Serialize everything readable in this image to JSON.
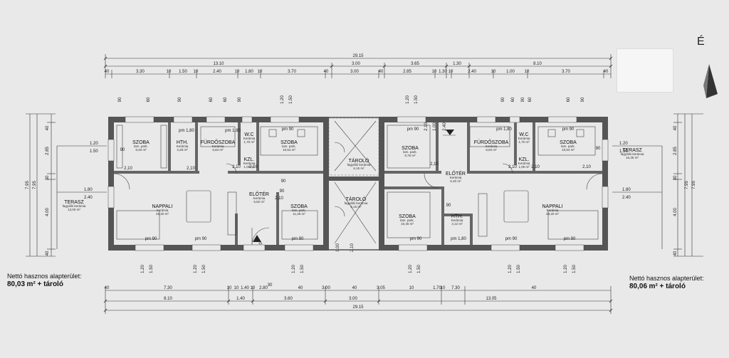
{
  "north": {
    "label": "É"
  },
  "notes": {
    "left": {
      "line1": "Nettó hasznos alapterület:",
      "area": "80,03",
      "unit": "m² + tároló"
    },
    "right": {
      "line1": "Nettó hasznos alapterület:",
      "area": "80,06",
      "unit": "m² + tároló"
    }
  },
  "dims": {
    "total_top": "29.15",
    "total_bottom": "29.15",
    "top_l1": "13.10",
    "top_mid_a": "3.00",
    "top_mid_b": "3.65",
    "top_mid_c": "1.30",
    "top_r1": "8.10",
    "top_row2": [
      "40",
      "3.30",
      "10",
      "1.50",
      "10",
      "2.40",
      "10",
      "1.80",
      "10",
      "3.70",
      "40",
      "3.00",
      "40",
      "2.85",
      "10",
      "1.30",
      "10",
      "2.40",
      "10",
      "1.00",
      "10",
      "3.70",
      "40"
    ],
    "bot_row1": [
      "40",
      "7.30",
      "10",
      "10",
      "1.40",
      "10",
      "2.80",
      "40",
      "3.00",
      "40",
      "3.05",
      "10",
      "1.70",
      "10",
      "7.30",
      "40"
    ],
    "bot_row2": [
      "8.10",
      "1.40",
      "3.60",
      "3.00",
      "13.05"
    ],
    "bot_row2_extra": "30",
    "left_side": [
      "1.20",
      "1.50",
      "1.80",
      "2.40"
    ],
    "right_side": [
      "1.20",
      "1.50",
      "1.80",
      "2.40"
    ],
    "vert_left": [
      "40",
      "2.85",
      "30",
      "4.00",
      "40",
      "7.95",
      "7.95"
    ],
    "vert_right": [
      "40",
      "2.85",
      "30",
      "4.00",
      "40",
      "7.95",
      "7.95"
    ],
    "top_ticks_l": [
      "90",
      "60",
      "90",
      "60",
      "60",
      "90",
      "1.20",
      "1.50"
    ],
    "top_ticks_r": [
      "1.20",
      "1.50",
      "90",
      "60",
      "90",
      "60",
      "60",
      "90"
    ],
    "bot_ticks_l": [
      "1.20",
      "1.50",
      "1.20",
      "1.50",
      "1.20",
      "1.50"
    ],
    "bot_ticks_r": [
      "1.20",
      "1.50",
      "1.20",
      "1.50",
      "1.20",
      "1.50"
    ],
    "center_v": [
      "2.40",
      "1.00",
      "2.10",
      "2.10",
      "1.00",
      "2.10"
    ]
  },
  "rooms": {
    "l_szoba1": {
      "name": "SZOBA",
      "floor": "lam. park.",
      "area": "9,40 m²"
    },
    "l_hth": {
      "name": "HTH.",
      "floor": "Kerámia",
      "area": "4,28 m²"
    },
    "l_furdo": {
      "name": "FÜRDŐSZOBA",
      "floor": "Kerámia",
      "area": "6,84 m²"
    },
    "l_wc": {
      "name": "W.C",
      "floor": "Kerámia",
      "area": "1,70 m²"
    },
    "l_szoba2": {
      "name": "SZOBA",
      "floor": "lam. park.",
      "area": "10,54 m²"
    },
    "l_kzl": {
      "name": "KZL.",
      "floor": "Kerámia",
      "area": "1,09 m²"
    },
    "l_eloter": {
      "name": "ELŐTÉR",
      "floor": "Kerámia",
      "area": "5,82 m²"
    },
    "l_nappali": {
      "name": "NAPPALI",
      "floor": "Kerámia",
      "area": "29,20 m²"
    },
    "l_szoba3": {
      "name": "SZOBA",
      "floor": "lam. park.",
      "area": "11,26 m²"
    },
    "l_terasz": {
      "name": "TERASZ",
      "floor": "fagyálló kerámia",
      "area": "13,00 m²"
    },
    "tarolo1": {
      "name": "TÁROLÓ",
      "floor": "fagyálló kerámia",
      "area": "6,15 m²"
    },
    "tarolo2": {
      "name": "TÁROLÓ",
      "floor": "fagyálló kerámia",
      "area": "6,15 m²"
    },
    "r_szoba1": {
      "name": "SZOBA",
      "floor": "lam. park.",
      "area": "9,76 m²"
    },
    "r_eloter": {
      "name": "ELŐTÉR",
      "floor": "Kerámia",
      "area": "6,40 m²"
    },
    "r_furdo": {
      "name": "FÜRDŐSZOBA",
      "floor": "Kerámia",
      "area": "6,84 m²"
    },
    "r_wc": {
      "name": "W.C",
      "floor": "Kerámia",
      "area": "1,70 m²"
    },
    "r_kzl": {
      "name": "KZL.",
      "floor": "Kerámia",
      "area": "1,09 m²"
    },
    "r_szoba2": {
      "name": "SZOBA",
      "floor": "lam. park.",
      "area": "10,54 m²"
    },
    "r_terasz": {
      "name": "TERASZ",
      "floor": "fagyálló kerámia",
      "area": "16,35 m²"
    },
    "r_szoba3": {
      "name": "SZOBA",
      "floor": "lam. park.",
      "area": "10,45 m²"
    },
    "r_hth": {
      "name": "HTH.",
      "floor": "Kerámia",
      "area": "4,12 m²"
    },
    "r_nappali": {
      "name": "NAPPALI",
      "floor": "Kerámia",
      "area": "29,20 m²"
    }
  },
  "openings": {
    "pm90": "pm 90",
    "pm180": "pm 1,80",
    "d90": "90",
    "d210": "2,10",
    "d100": "1,00",
    "d240": "2,40",
    "d180": "1,80",
    "d120": "1,20",
    "d150": "1,50"
  }
}
